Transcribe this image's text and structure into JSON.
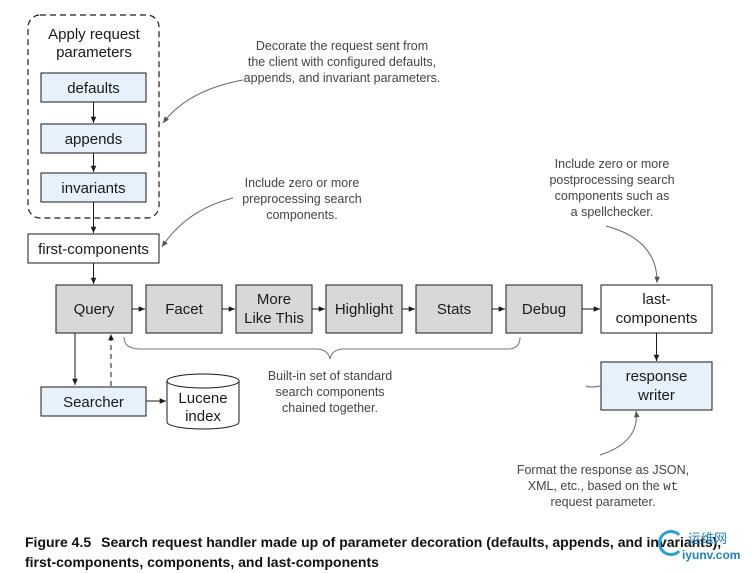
{
  "nodes": {
    "param_group_l1": "Apply request",
    "param_group_l2": "parameters",
    "defaults": "defaults",
    "appends": "appends",
    "invariants": "invariants",
    "first_components": "first-components",
    "query": "Query",
    "facet": "Facet",
    "more_like_this_l1": "More",
    "more_like_this_l2": "Like This",
    "highlight": "Highlight",
    "stats": "Stats",
    "debug": "Debug",
    "last_components_l1": "last-",
    "last_components_l2": "components",
    "searcher": "Searcher",
    "lucene_l1": "Lucene",
    "lucene_l2": "index",
    "response_writer_l1": "response",
    "response_writer_l2": "writer"
  },
  "notes": {
    "decorate": [
      "Decorate the request sent from",
      "the client with configured defaults,",
      "appends, and invariant parameters."
    ],
    "preprocess": [
      "Include zero or more",
      "preprocessing search",
      "components."
    ],
    "postprocess": [
      "Include zero or more",
      "postprocessing search",
      "components such as",
      "a spellchecker."
    ],
    "builtin": [
      "Built-in set of standard",
      "search components",
      "chained together."
    ],
    "format_l1": "Format the response as JSON,",
    "format_l2a": "XML, etc., based on the ",
    "format_l2b": "wt",
    "format_l3": "request parameter."
  },
  "caption": {
    "figure_label": "Figure 4.5",
    "text": "Search request handler made up of parameter decoration (defaults, appends, and invariants), first-components, components, and last-components"
  },
  "watermark": {
    "line1": "运维网",
    "line2": "iyunv.com"
  },
  "colors": {
    "light_blue": "#e6f1fb",
    "gray": "#d8d8d8",
    "white": "#ffffff",
    "line": "#1a1a1a",
    "note_line": "#666666",
    "note_text": "#444444"
  }
}
